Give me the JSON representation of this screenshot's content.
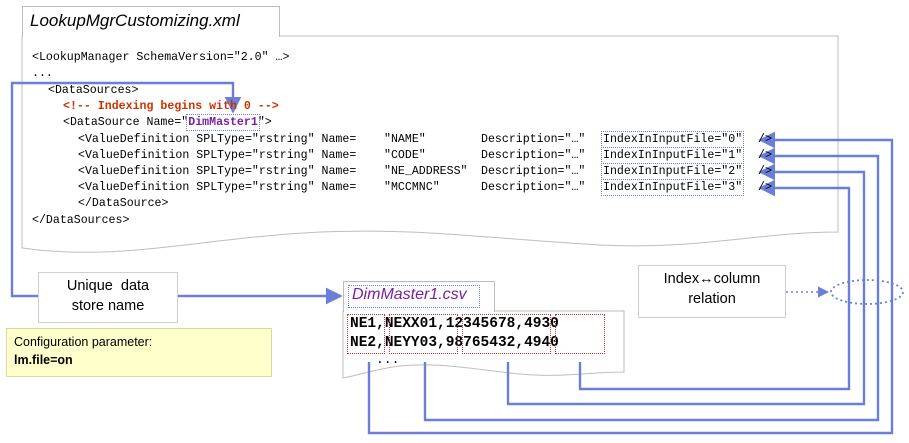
{
  "xml_file": {
    "title": "LookupMgrCustomizing.xml",
    "lines": {
      "l1": "<LookupManager SchemaVersion=\"2.0\" …>",
      "l2": "...",
      "l3": "<DataSources>",
      "l4": "<!-- Indexing begins with 0 -->",
      "l5a": "<DataSource Name=\"",
      "l5b": "DimMaster1",
      "l5c": "\">",
      "vd_prefix": "<ValueDefinition SPLType=\"rstring\" Name=",
      "vd_desc": "Description=\"…\"",
      "vd_tail": "/>",
      "l10": "</DataSource>",
      "l11": "</DataSources>"
    },
    "value_definitions": [
      {
        "name": "\"NAME\"",
        "index_attr": "IndexInInputFile=\"0\""
      },
      {
        "name": "\"CODE\"",
        "index_attr": "IndexInInputFile=\"1\""
      },
      {
        "name": "\"NE_ADDRESS\"",
        "index_attr": "IndexInInputFile=\"2\""
      },
      {
        "name": "\"MCCMNC\"",
        "index_attr": "IndexInInputFile=\"3\""
      }
    ]
  },
  "labels": {
    "unique_store_line1": "Unique  data",
    "unique_store_line2": "store name",
    "index_relation_line1": "Index↔column",
    "index_relation_line2": "relation"
  },
  "csv_file": {
    "title": "DimMaster1.csv",
    "rows": [
      [
        "NE1",
        "NEXX01",
        "12345678",
        "4930"
      ],
      [
        "NE2",
        "NEYY03",
        "98765432",
        "4940"
      ]
    ],
    "separator": ",",
    "ellipsis": "..."
  },
  "config": {
    "line1": "Configuration parameter:",
    "line2": "lm.file=on"
  },
  "colors": {
    "arrow": "#6c7fd8",
    "comment": "#cc3300",
    "csv_title": "#7a1fa2",
    "config_bg": "#ffffcc"
  }
}
